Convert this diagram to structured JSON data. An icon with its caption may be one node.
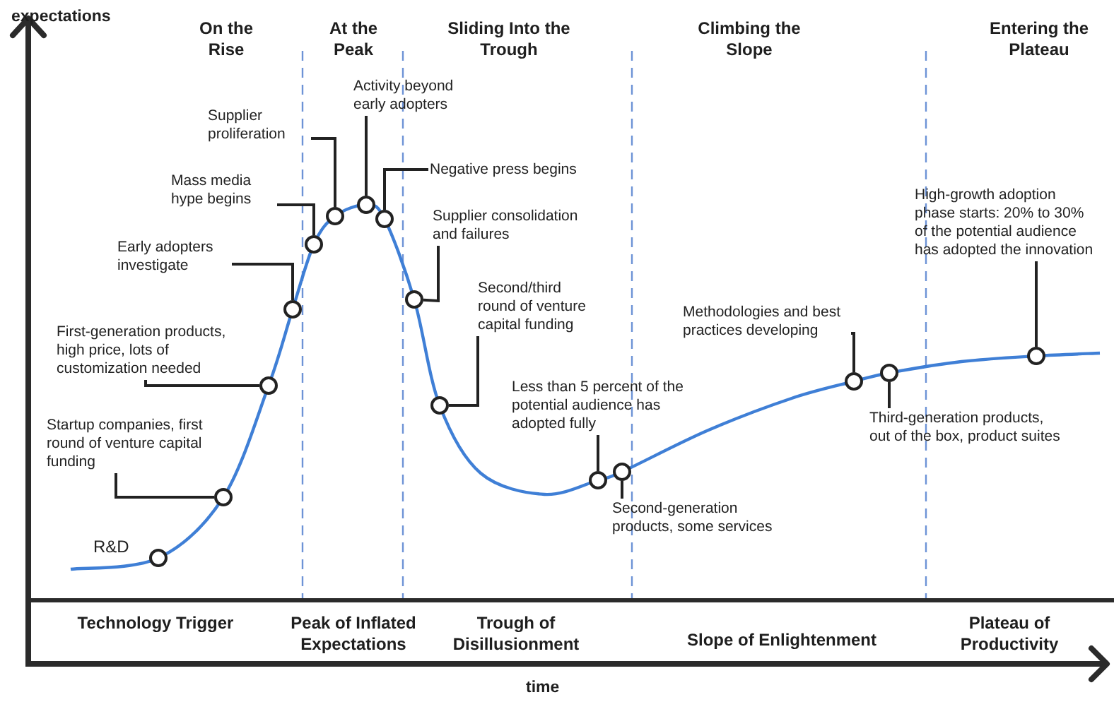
{
  "diagram": {
    "nodes": [
      {
        "text": [
          "Startup companies, first round of venture capital funding"
        ]
      },
      {
        "text": [
          "First-generation products, high price, lots of customization needed"
        ]
      },
      {
        "text": [
          "Early adopters investigate"
        ]
      },
      {
        "text": [
          "Mass media hype begins"
        ]
      },
      {
        "text": [
          "Supplier proliferation"
        ]
      },
      {
        "text": [
          "Activity beyond early adopters"
        ]
      },
      {
        "text": [
          "Negative press begins"
        ]
      },
      {
        "text": [
          "Supplier consolidation and failures"
        ]
      },
      {
        "text": [
          "Second/third round of venture capital funding"
        ]
      },
      {
        "text": [
          "Less than 5 percent of the potential audience has adopted fully"
        ]
      },
      {
        "text": [
          "Second-generation products, some services"
        ]
      },
      {
        "text": [
          "Methodologies and best practices developing"
        ]
      },
      {
        "text": [
          "Third-generation products, out of the box, product suites"
        ]
      },
      {
        "text": [
          "High-growth adoption phase starts: 20% to 30% of the potential audience has adopted the innovation"
        ]
      },
      {
        "text": [],
        "shape": "circle",
        "beside": [
          "R&D"
        ]
      },
      {
        "text": [],
        "shape": "circle"
      },
      {
        "text": [],
        "shape": "circle"
      },
      {
        "text": [],
        "shape": "circle"
      },
      {
        "text": [],
        "shape": "circle"
      },
      {
        "text": [],
        "shape": "circle"
      },
      {
        "text": [],
        "shape": "circle"
      },
      {
        "text": [],
        "shape": "circle"
      },
      {
        "text": [],
        "shape": "circle"
      },
      {
        "text": [],
        "shape": "circle"
      },
      {
        "text": [],
        "shape": "circle"
      },
      {
        "text": [],
        "shape": "circle"
      },
      {
        "text": [],
        "shape": "circle"
      },
      {
        "text": [],
        "shape": "circle"
      },
      {
        "text": [],
        "shape": "circle"
      }
    ],
    "edges": [
      {
        "from": 0,
        "to": 15,
        "arrow": "none"
      },
      {
        "from": 1,
        "to": 16,
        "arrow": "none"
      },
      {
        "from": 2,
        "to": 17,
        "arrow": "none"
      },
      {
        "from": 3,
        "to": 18,
        "arrow": "none"
      },
      {
        "from": 4,
        "to": 19,
        "arrow": "none"
      },
      {
        "from": 5,
        "to": 20,
        "arrow": "none"
      },
      {
        "from": 6,
        "to": 21,
        "arrow": "none"
      },
      {
        "from": 7,
        "to": 22,
        "arrow": "none"
      },
      {
        "from": 8,
        "to": 23,
        "arrow": "none"
      },
      {
        "from": 9,
        "to": 24,
        "arrow": "none"
      },
      {
        "from": 10,
        "to": 25,
        "arrow": "none"
      },
      {
        "from": 11,
        "to": 26,
        "arrow": "none"
      },
      {
        "from": 12,
        "to": 27,
        "arrow": "none"
      },
      {
        "from": 13,
        "to": 28,
        "arrow": "none"
      }
    ],
    "labels": [
      "expectations",
      "On the Rise",
      "At the Peak",
      "Sliding Into the Trough",
      "Climbing the Slope",
      "Entering the Plateau",
      "Technology Trigger",
      "Peak of Inflated Expectations",
      "Trough of Disillusionment",
      "Slope of Enlightenment",
      "Plateau of Productivity",
      "time"
    ]
  }
}
